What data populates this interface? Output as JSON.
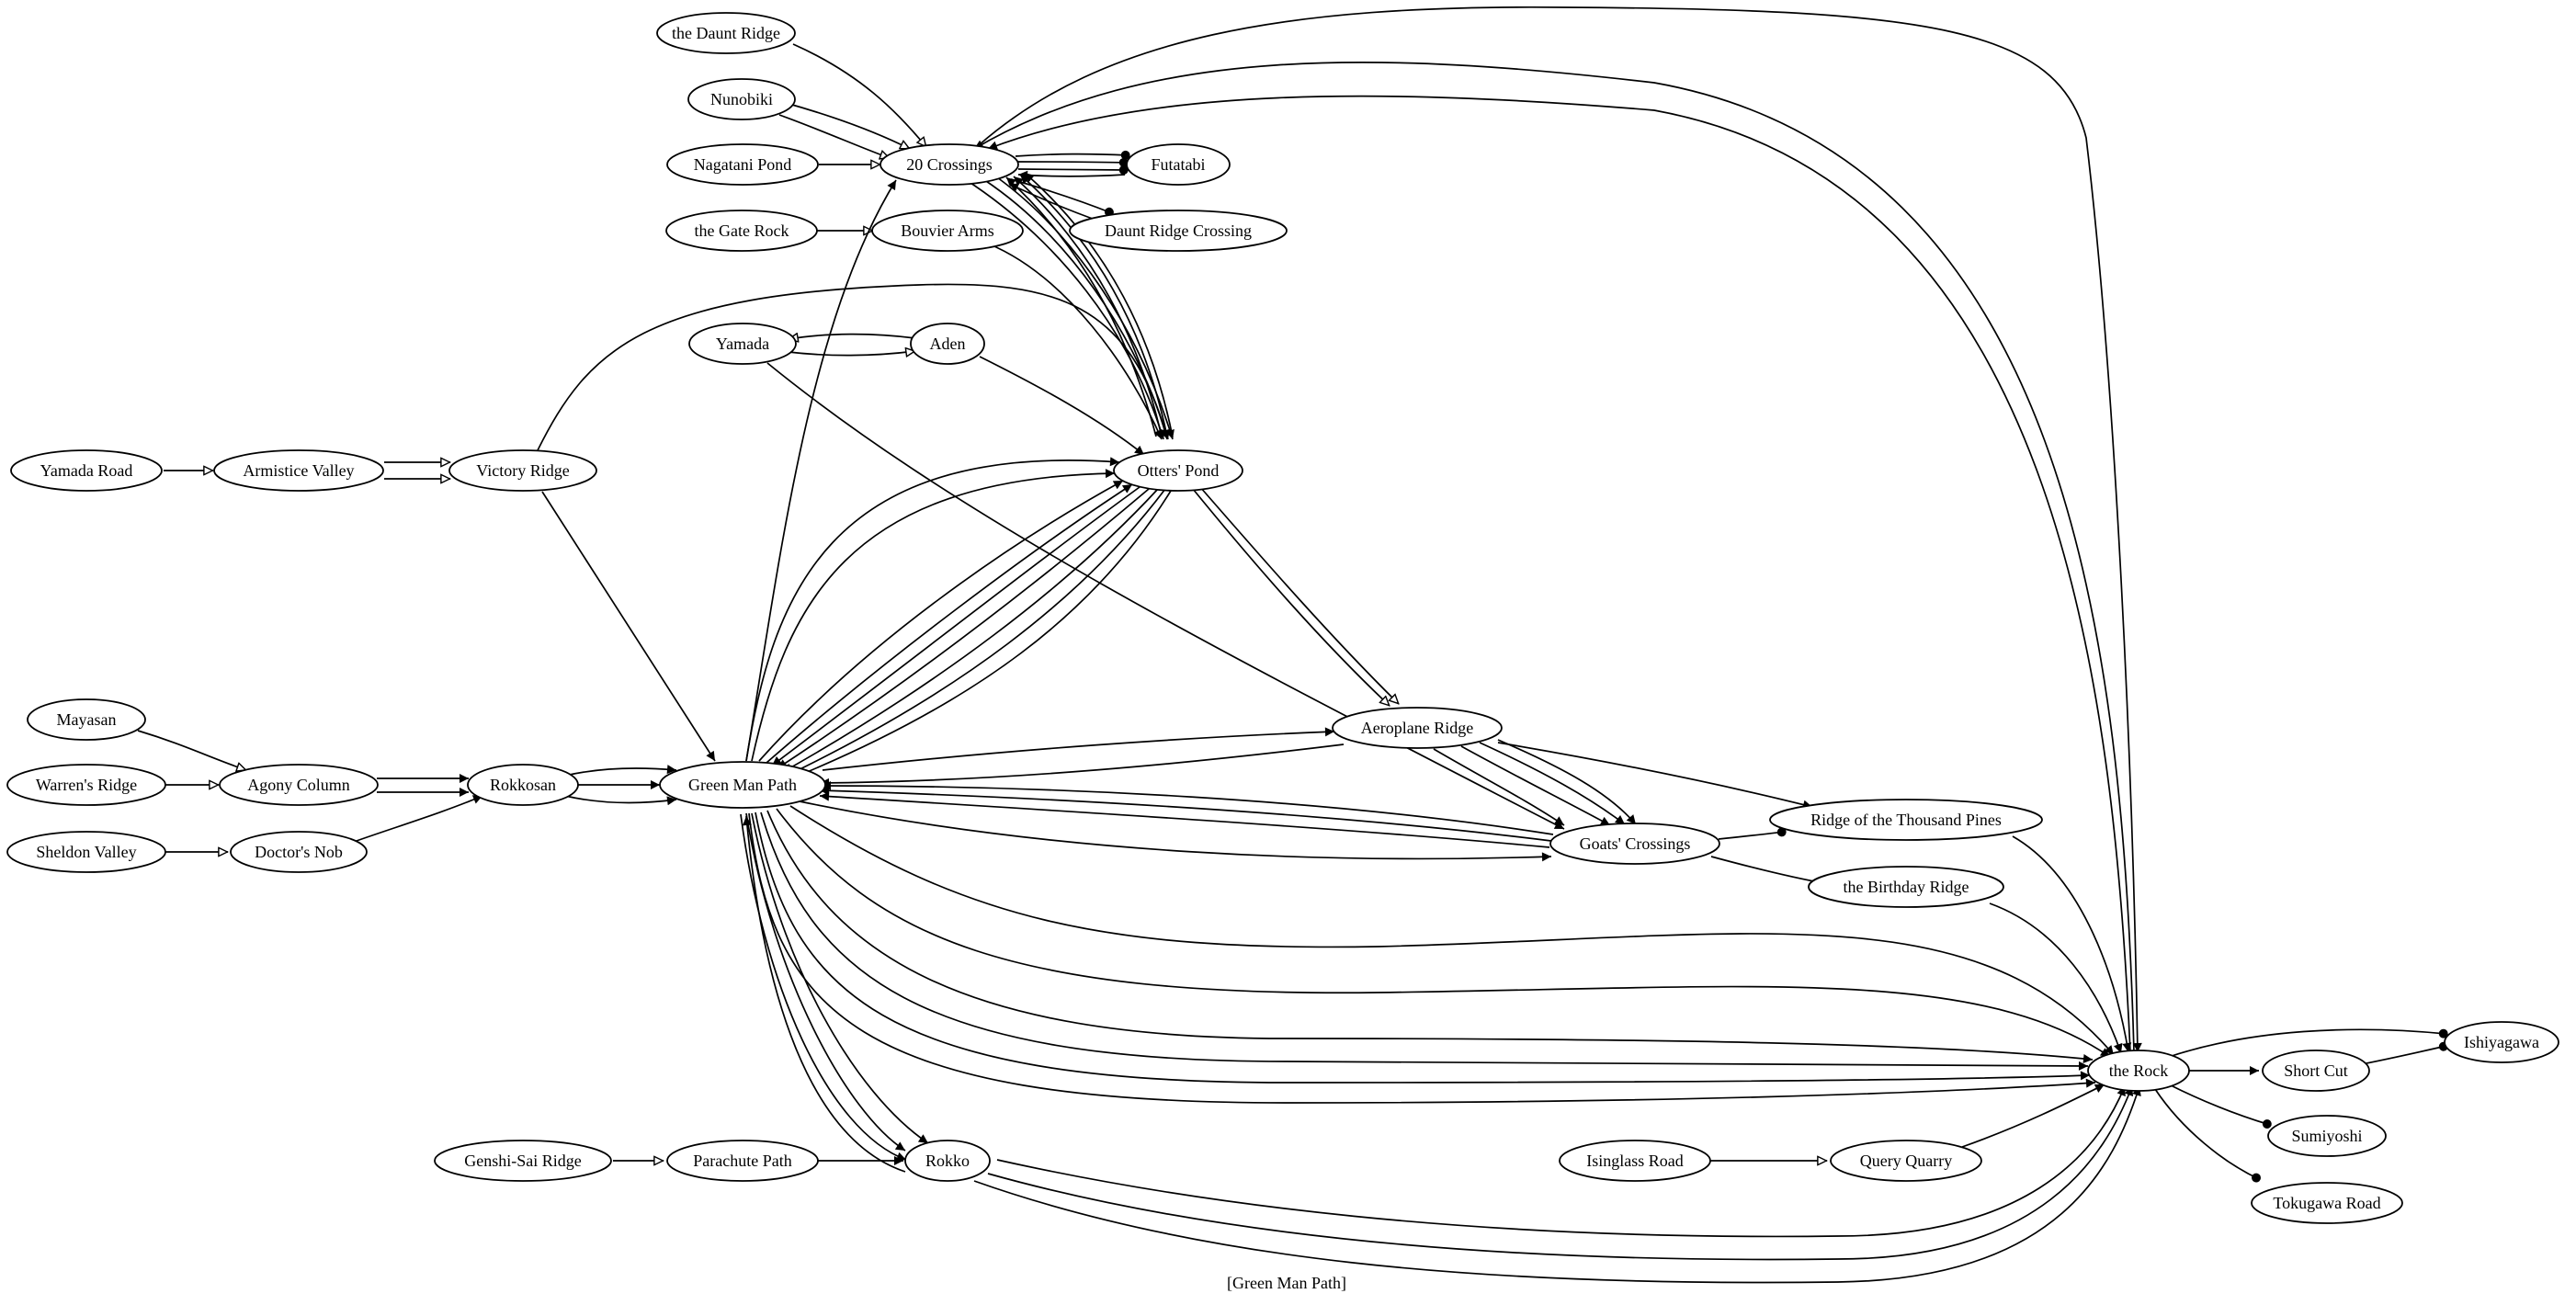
{
  "caption": "[Green Man Path]",
  "nodes": {
    "daunt_ridge": "the Daunt Ridge",
    "nunobiki": "Nunobiki",
    "nagatani": "Nagatani Pond",
    "crossings20": "20 Crossings",
    "futatabi": "Futatabi",
    "gate_rock": "the Gate Rock",
    "bouvier": "Bouvier Arms",
    "daunt_crossing": "Daunt Ridge Crossing",
    "yamada": "Yamada",
    "aden": "Aden",
    "yamada_road": "Yamada Road",
    "armistice": "Armistice Valley",
    "victory": "Victory Ridge",
    "otters": "Otters' Pond",
    "mayasan": "Mayasan",
    "warrens": "Warren's Ridge",
    "sheldon": "Sheldon Valley",
    "agony": "Agony Column",
    "doctors": "Doctor's Nob",
    "rokkosan": "Rokkosan",
    "green_man": "Green Man Path",
    "aeroplane": "Aeroplane Ridge",
    "goats": "Goats' Crossings",
    "thousand_pines": "Ridge of the Thousand Pines",
    "birthday": "the Birthday Ridge",
    "genshi": "Genshi-Sai Ridge",
    "parachute": "Parachute Path",
    "rokko": "Rokko",
    "isinglass": "Isinglass Road",
    "query": "Query Quarry",
    "the_rock": "the Rock",
    "short_cut": "Short Cut",
    "ishiyagawa": "Ishiyagawa",
    "sumiyoshi": "Sumiyoshi",
    "tokugawa": "Tokugawa Road"
  }
}
